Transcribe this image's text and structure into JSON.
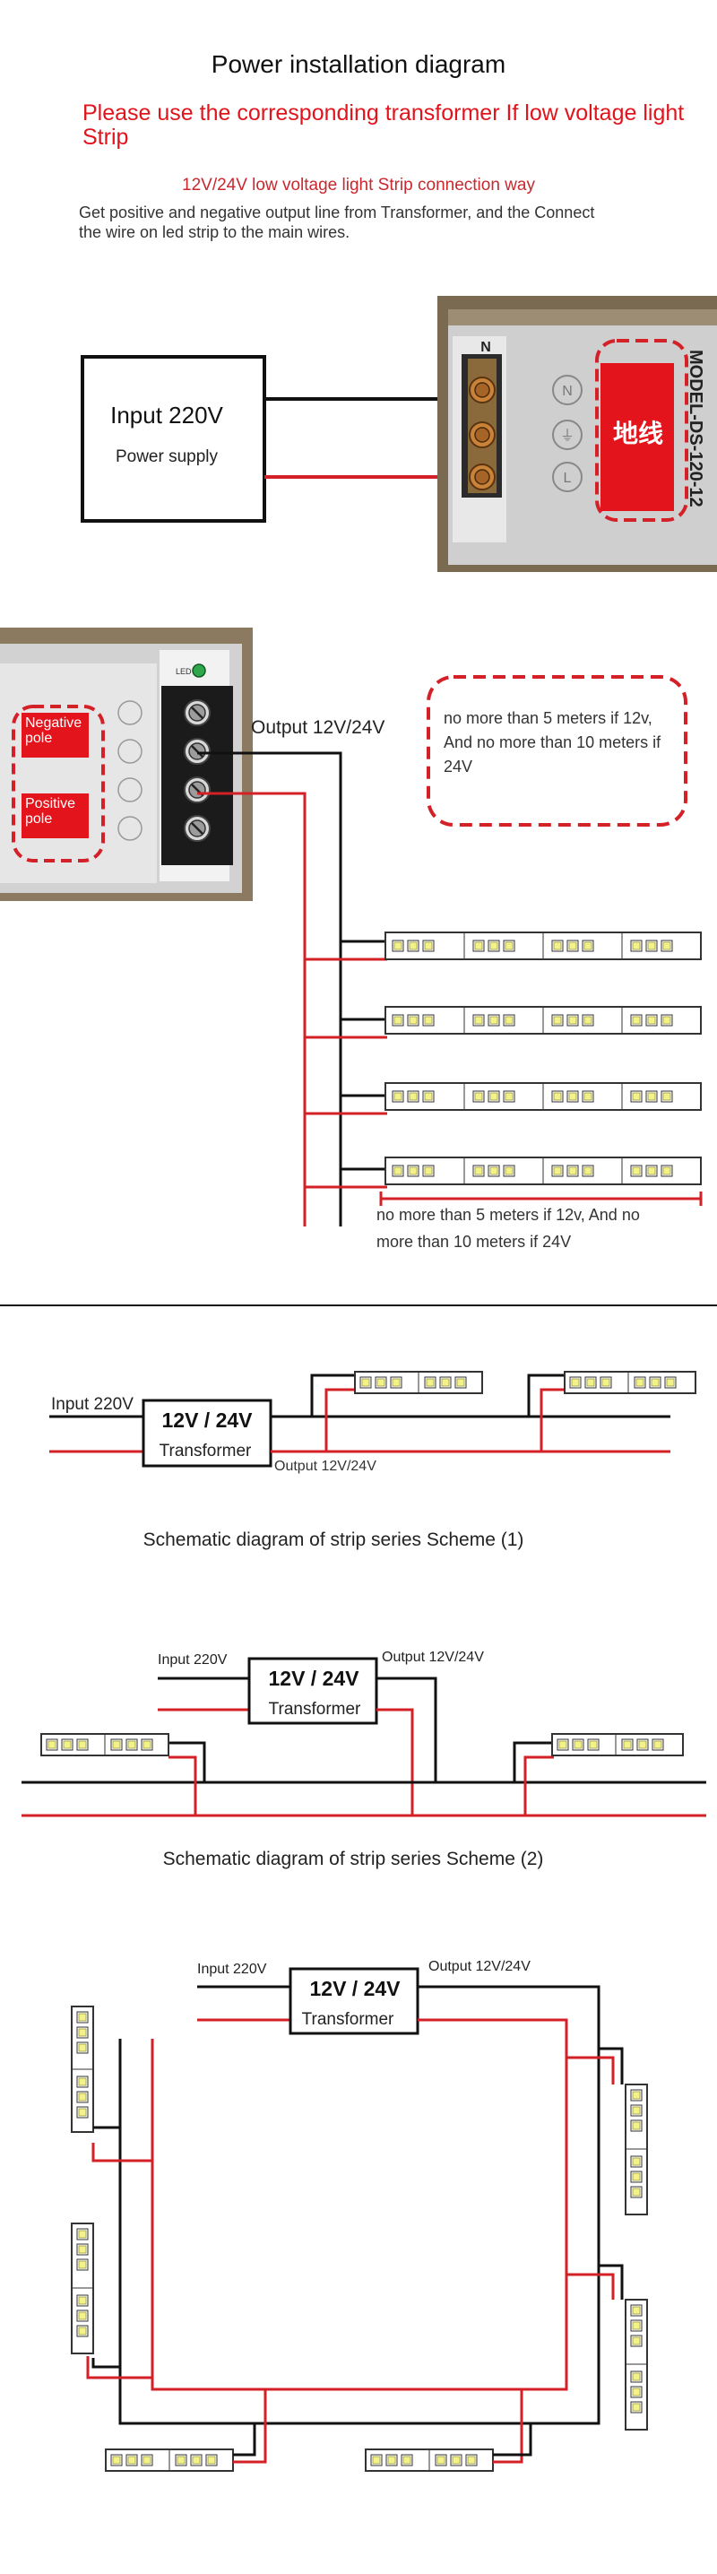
{
  "header": {
    "title": "Power installation diagram",
    "warning": "Please use the corresponding transformer If low voltage light Strip",
    "subtitle": "12V/24V low voltage light Strip connection way",
    "intro": "Get positive and negative output line from Transformer, and the Connect the wire on led strip to the main wires."
  },
  "section1": {
    "input_label": "Input 220V",
    "power_supply_label": "Power supply",
    "ground_badge": "地线",
    "model_text": "MODEL-DS-120-12"
  },
  "section2": {
    "negative_pole": "Negative pole",
    "positive_pole": "Positive pole",
    "led_text": "LED",
    "output_label": "Output 12V/24V",
    "note_box": "no more than 5 meters if 12v, And no more than 10 meters if 24V",
    "note_bottom": "no more than 5 meters if 12v, And no more than 10 meters if 24V",
    "strip_count": 4
  },
  "scheme1": {
    "input_label": "Input 220V",
    "transformer_title": "12V / 24V",
    "transformer_sub": "Transformer",
    "output_label": "Output 12V/24V",
    "caption": "Schematic diagram of strip series Scheme (1)"
  },
  "scheme2": {
    "input_label": "Input 220V",
    "transformer_title": "12V / 24V",
    "transformer_sub": "Transformer",
    "output_label": "Output 12V/24V",
    "caption": "Schematic diagram of strip series Scheme (2)"
  },
  "scheme3": {
    "input_label": "Input 220V",
    "transformer_title": "12V / 24V",
    "transformer_sub": "Transformer",
    "output_label": "Output 12V/24V"
  },
  "colors": {
    "accent_red": "#d42027",
    "wire_black": "#111111",
    "led_yellow": "#f3f18a"
  }
}
